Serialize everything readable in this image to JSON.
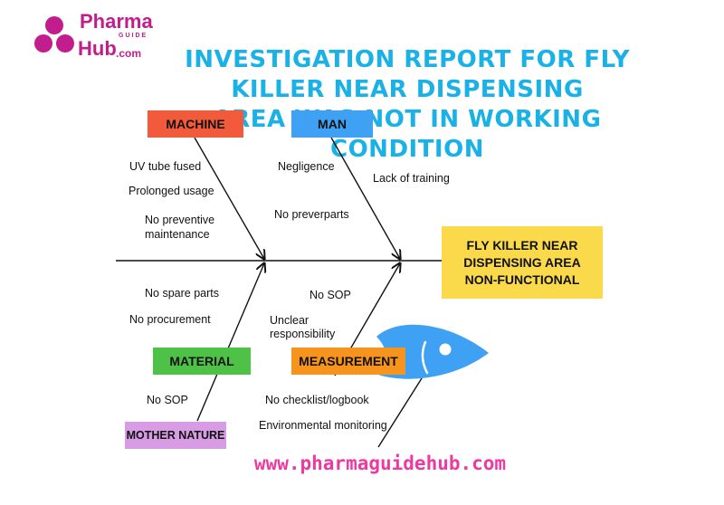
{
  "logo": {
    "line1": "Pharma",
    "guide": "GUIDE",
    "line2": "Hub",
    "line3": ".com"
  },
  "title": {
    "line1": "INVESTIGATION REPORT FOR FLY KILLER NEAR DISPENSING",
    "line2": "AREA WAS NOT IN WORKING CONDITION"
  },
  "categories": {
    "machine": {
      "label": "MACHINE",
      "color": "#f25a3c"
    },
    "man": {
      "label": "MAN",
      "color": "#3fa1f3"
    },
    "material": {
      "label": "MATERIAL",
      "color": "#4ec247"
    },
    "measurement": {
      "label": "MEASUREMENT",
      "color": "#f7941d"
    },
    "mother_nature": {
      "label": "MOTHER NATURE",
      "color": "#d79ce3"
    }
  },
  "causes": {
    "machine": [
      "UV tube fused",
      "Prolonged usage",
      "No preventive",
      "maintenance"
    ],
    "man": [
      "Negligence",
      "Lack of training",
      "No preverparts"
    ],
    "material": [
      "No spare parts",
      "No procurement"
    ],
    "measurement": [
      "No SOP",
      "Unclear",
      "responsibility",
      "No checklist/logbook",
      "Environmental monitoring"
    ],
    "mother_nature": [
      "No SOP"
    ]
  },
  "effect": {
    "line1": "FLY KILLER NEAR",
    "line2": "DISPENSING AREA",
    "line3": "NON-FUNCTIONAL",
    "color": "#fad94a"
  },
  "footer": "www.pharmaguidehub.com",
  "colors": {
    "title": "#1ab1e6",
    "brand": "#c21d8c",
    "footer": "#ec3aa2",
    "fish": "#3fa1f3"
  }
}
